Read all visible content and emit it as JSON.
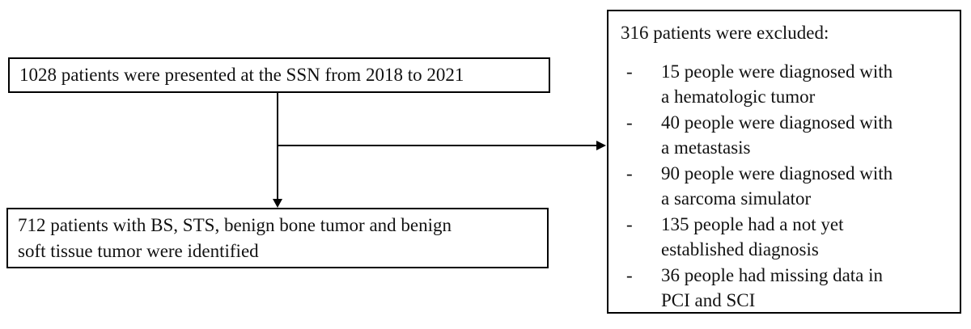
{
  "diagram": {
    "top_box": {
      "text": "1028 patients were presented at the SSN from 2018 to 2021"
    },
    "result_box": {
      "lines": [
        "712 patients with BS, STS, benign bone tumor and benign",
        "soft tissue tumor were identified"
      ]
    },
    "exclusion_box": {
      "title": "316 patients were excluded:",
      "bullet_glyph": "-",
      "items": [
        {
          "lines": [
            "15 people were diagnosed with",
            "a hematologic tumor"
          ]
        },
        {
          "lines": [
            "40 people were diagnosed with",
            "a metastasis"
          ]
        },
        {
          "lines": [
            "90 people were diagnosed with",
            "a sarcoma simulator"
          ]
        },
        {
          "lines": [
            "135 people had a not yet",
            "established diagnosis"
          ]
        },
        {
          "lines": [
            "36 people had missing data in",
            "PCI and SCI"
          ]
        }
      ]
    },
    "colors": {
      "background": "#ffffff",
      "border": "#000000",
      "text": "#121212"
    }
  }
}
